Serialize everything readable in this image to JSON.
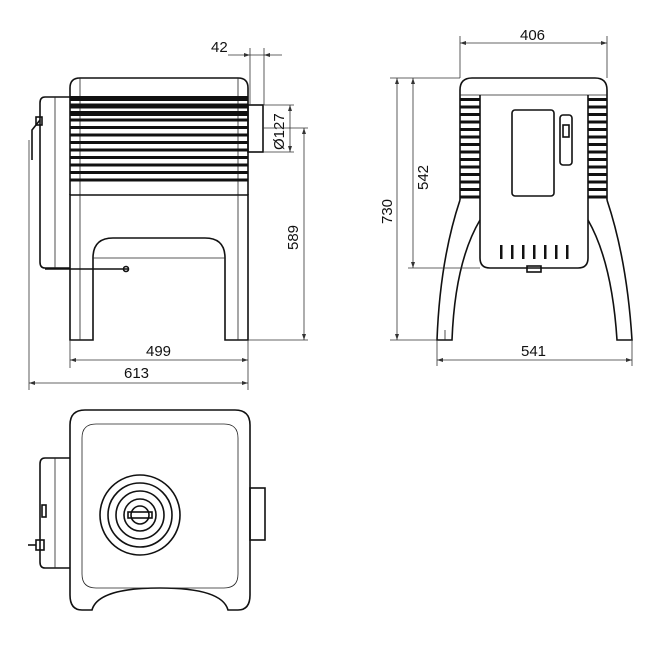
{
  "title": "Stove dimension drawing",
  "side_view": {
    "dim_flue_offset": "42",
    "dim_flue_diameter": "Ø127",
    "dim_flue_height": "589",
    "dim_leg_depth": "499",
    "dim_total_depth": "613"
  },
  "front_view": {
    "dim_body_width": "406",
    "dim_door_height": "542",
    "dim_total_height": "730",
    "dim_leg_width": "541"
  },
  "colors": {
    "line": "#111111",
    "background": "#ffffff"
  }
}
